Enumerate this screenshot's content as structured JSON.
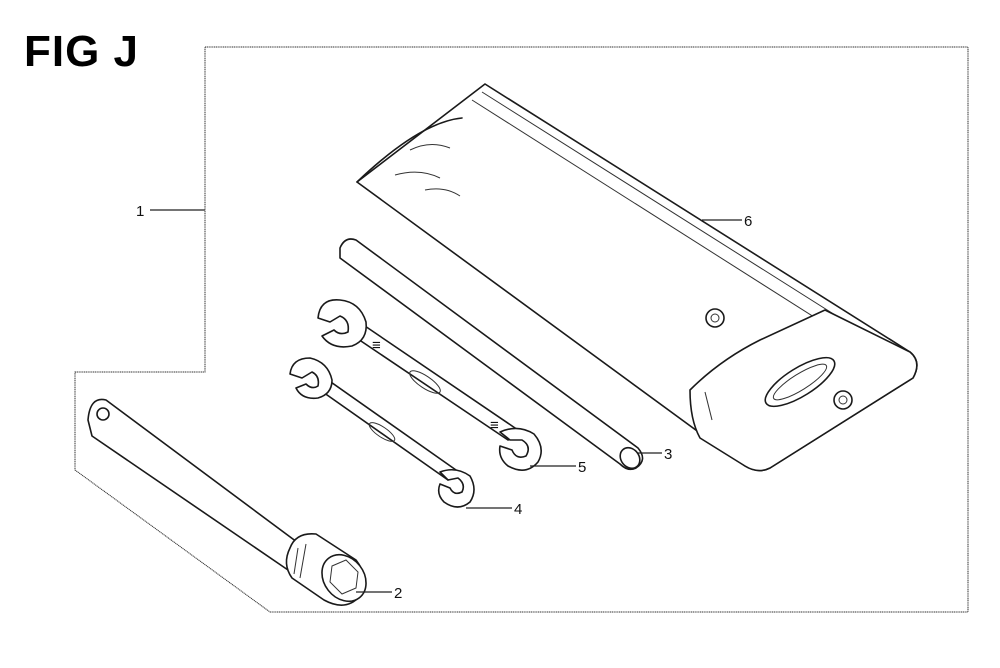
{
  "figure": {
    "title": "FIG J"
  },
  "callouts": [
    {
      "number": "1",
      "part": "tool-kit-assembly"
    },
    {
      "number": "2",
      "part": "box-wrench"
    },
    {
      "number": "3",
      "part": "handle-bar"
    },
    {
      "number": "4",
      "part": "open-end-wrench-small"
    },
    {
      "number": "5",
      "part": "open-end-wrench-large"
    },
    {
      "number": "6",
      "part": "tool-bag"
    }
  ],
  "colors": {
    "ink": "#1a1a1a",
    "background": "#ffffff"
  }
}
